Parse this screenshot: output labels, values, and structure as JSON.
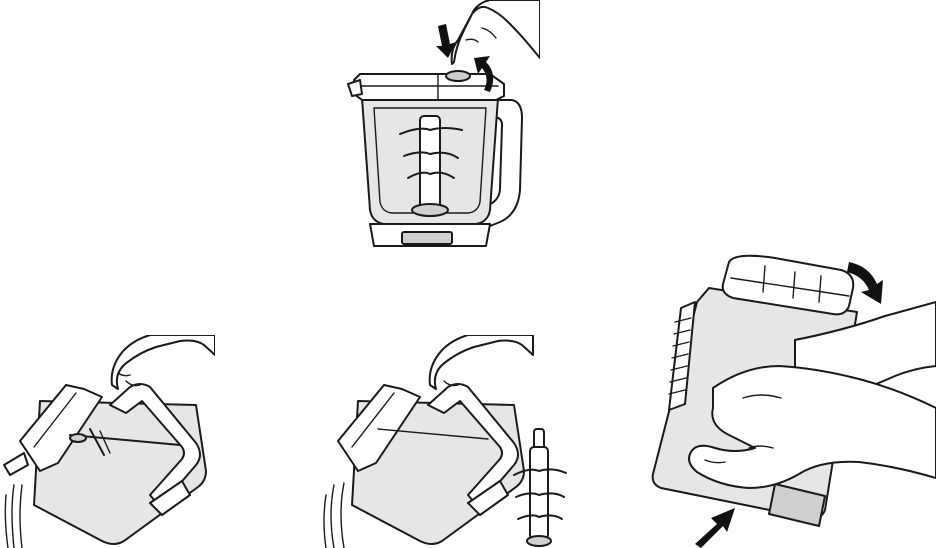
{
  "figure": {
    "panels": [
      {
        "id": "lid-release",
        "arrows": [
          "arrow-down-icon",
          "arrow-curved-up-icon"
        ]
      },
      {
        "id": "pour-with-blade",
        "arrows": []
      },
      {
        "id": "pour-blade-removed",
        "arrows": []
      },
      {
        "id": "twist-remove-base",
        "arrows": [
          "arrow-curved-down-icon",
          "arrow-up-right-icon"
        ]
      }
    ]
  }
}
